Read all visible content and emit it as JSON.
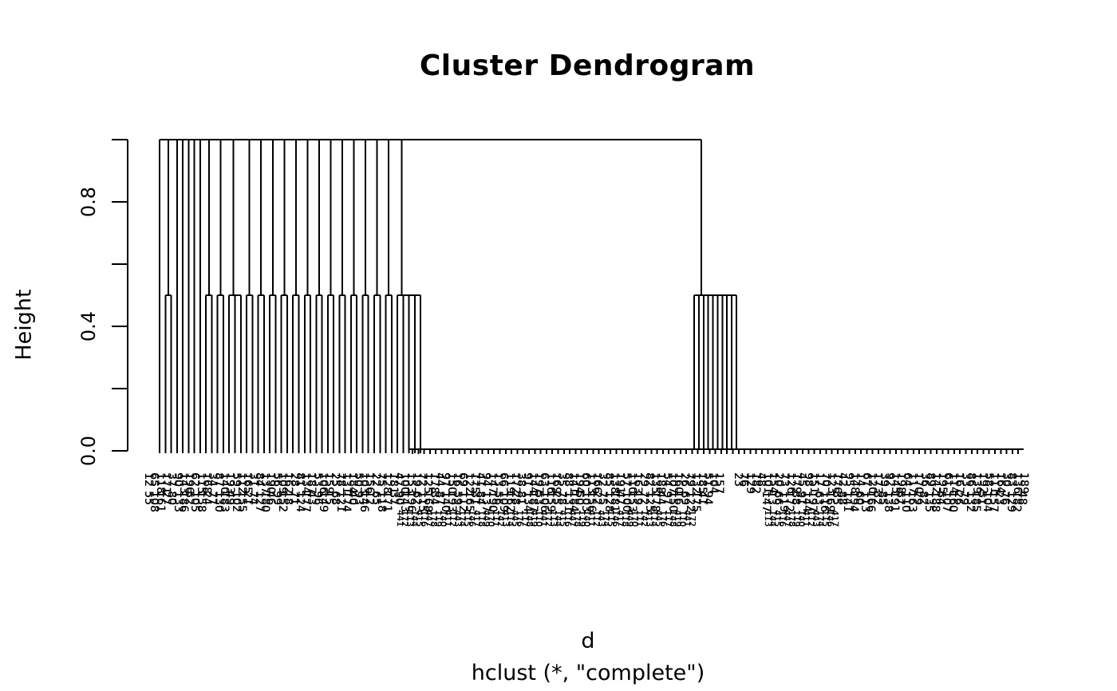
{
  "title": "Cluster Dendrogram",
  "colors": {
    "line": "#000000",
    "background": "#ffffff",
    "text": "#000000"
  },
  "chart_data": {
    "type": "dendrogram",
    "title": "Cluster Dendrogram",
    "xlabel": "d",
    "xlabel_caption": "hclust (*, \"complete\")",
    "yaxis": {
      "label": "Height",
      "ylim": [
        0,
        1
      ],
      "tick_values": [
        0,
        0.2,
        0.4,
        0.6,
        0.8,
        1.0
      ],
      "shown_labels": [
        "0.0",
        "0.4",
        "0.8"
      ],
      "shown_values": [
        0,
        0.4,
        0.8
      ],
      "grid": false
    },
    "merge_heights": [
      0.0,
      0.5,
      1.0
    ],
    "structure": {
      "root_height": 1.0,
      "note": "All top-level merges occur at height 1.0 (long flat bar). Small groups merge at height 0.5. A very large run of duplicate leaves merges at height 0.0 (long flat line at the bottom right).",
      "left_cluster": {
        "group_merge_height": 0.5,
        "groups": [
          1,
          2,
          1,
          1,
          1,
          1,
          1,
          2,
          2,
          3,
          2,
          2,
          2,
          2,
          2,
          2,
          2,
          2,
          2,
          2,
          2,
          2,
          2,
          5
        ],
        "leaf_count": 44
      },
      "flat_cluster": {
        "merge_height": 0.0
      },
      "right_cluster": {
        "merge_height": 0.5,
        "leg_count": 10
      }
    },
    "leaf_labels": {
      "legible": false,
      "description": "hundreds of 90-degree rotated numeric leaf labels overlapping into an unreadable smear, in three staggered rows",
      "rows": [
        {
          "y": 592,
          "font": 14,
          "step": 7.3,
          "segments": [
            [
              186,
              906
            ],
            [
              925,
              1286
            ]
          ]
        },
        {
          "y": 615,
          "font": 14,
          "step": 7.3,
          "segments": [
            [
              186,
              893
            ],
            [
              960,
              1286
            ]
          ]
        },
        {
          "y": 639,
          "font": 11,
          "step": 6.0,
          "segments": [
            [
              501,
              871
            ],
            [
              962,
              1048
            ]
          ]
        }
      ]
    }
  }
}
